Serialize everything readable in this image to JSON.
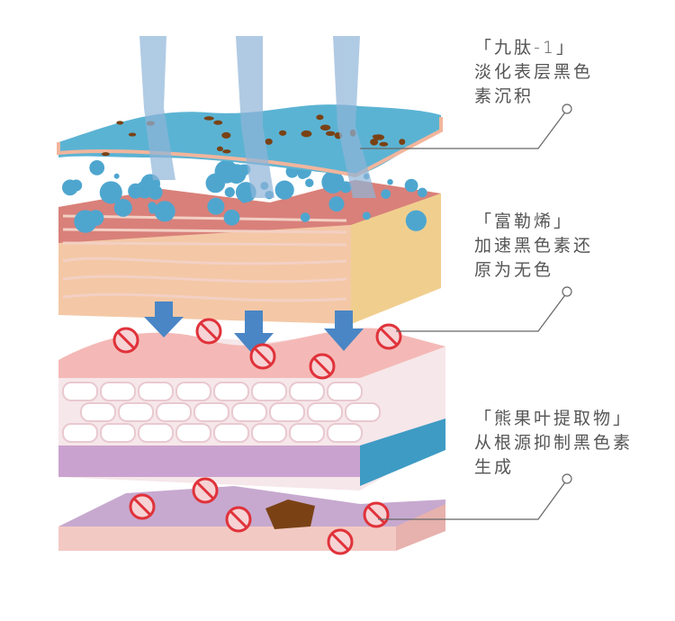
{
  "callouts": [
    {
      "title": "「九肽-1」",
      "lines": [
        "淡化表层黑色",
        "素沉积"
      ]
    },
    {
      "title": "「富勒烯」",
      "lines": [
        "加速黑色素还",
        "原为无色"
      ]
    },
    {
      "title": "「熊果叶提取物」",
      "lines": [
        "从根源抑制黑色素",
        "生成"
      ]
    }
  ],
  "colors": {
    "text": "#555555",
    "water": "#5bb3d3",
    "arrow": "#4a86c5",
    "forbid": "#e0323a",
    "skin": "#f2c2b8",
    "base": "#c4a8cc"
  }
}
